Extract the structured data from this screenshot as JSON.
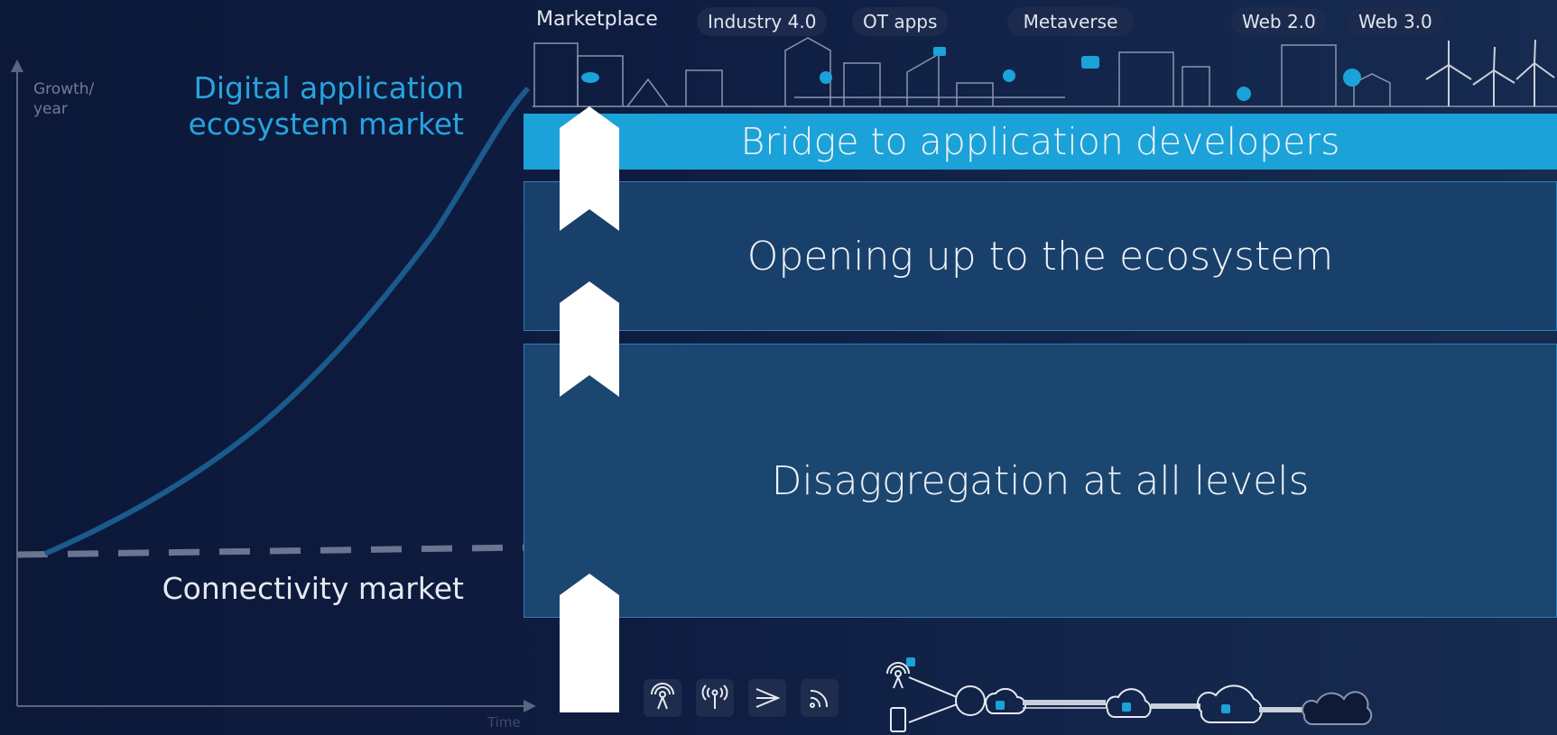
{
  "chart": {
    "y_axis_label": "Growth/\nyear",
    "x_axis_label": "Time"
  },
  "labels": {
    "digital_market": "Digital application ecosystem market",
    "connectivity_market": "Connectivity market"
  },
  "layers": {
    "bridge": "Bridge to application developers",
    "opening": "Opening up to the ecosystem",
    "disaggregation": "Disaggregation at all levels"
  },
  "top_tags": {
    "marketplace": "Marketplace",
    "industry": "Industry 4.0",
    "ot_apps": "OT apps",
    "metaverse": "Metaverse",
    "web2": "Web 2.0",
    "web3": "Web 3.0"
  },
  "colors": {
    "background": "#0e1c40",
    "accent_blue": "#1ba2d8",
    "curve": "#1a5a8c",
    "dashed_line": "#6b7591",
    "band_fill": "#19406b",
    "band_border": "#2c7fb8",
    "arrow": "#ffffff"
  },
  "bottom_icons": [
    "antenna-icon",
    "radio-signal-icon",
    "arrow-icon",
    "wifi-icon",
    "network-cloud-diagram-icon"
  ],
  "top_illustration": [
    "city-skyline-icon",
    "wind-turbine-icon"
  ]
}
